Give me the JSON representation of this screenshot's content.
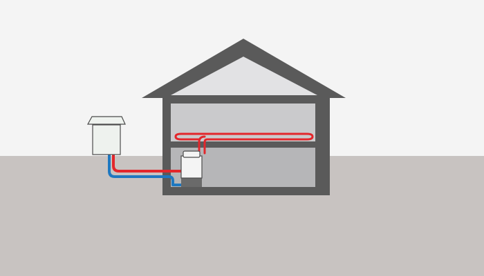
{
  "colors": {
    "sky": "#f4f4f4",
    "ground": "#c8c3c1",
    "wall": "#5a5a5a",
    "attic_fill": "#e2e2e4",
    "upper_floor_fill": "#cacacc",
    "lower_floor_fill": "#b6b6b8",
    "outdoor_unit_body": "#eef2ee",
    "outdoor_unit_outline": "#4a4a4a",
    "indoor_unit_body": "#f4f4f4",
    "indoor_unit_base": "#6a6a6a",
    "supply_pipe": "#e3262b",
    "return_pipe": "#1f78c0"
  },
  "components": [
    {
      "id": "outdoor-unit",
      "icon": "outdoor-heat-pump-icon"
    },
    {
      "id": "indoor-unit",
      "icon": "indoor-unit-icon"
    },
    {
      "id": "supply-line",
      "icon": "supply-pipe-icon"
    },
    {
      "id": "return-line",
      "icon": "return-pipe-icon"
    },
    {
      "id": "ceiling-heating-loop",
      "icon": "heating-loop-icon"
    }
  ]
}
